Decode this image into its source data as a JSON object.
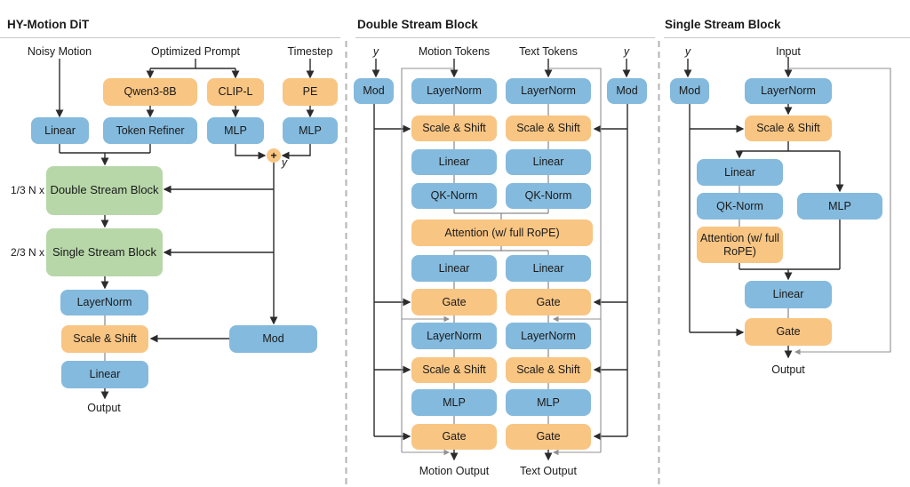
{
  "colors": {
    "blue": "#84BADD",
    "orange": "#F8C583",
    "green": "#B7D7A8",
    "line": "#2b2b2b",
    "stub": "#6e6e6e",
    "residual": "#909090",
    "divider": "#b3b3b3",
    "underline": "#c9c9c9"
  },
  "dit": {
    "title": "HY-Motion DiT",
    "noisy_motion": "Noisy Motion",
    "optimized_prompt": "Optimized Prompt",
    "timestep": "Timestep",
    "qwen": "Qwen3-8B",
    "clip": "CLIP-L",
    "pe": "PE",
    "linear_in": "Linear",
    "token_refiner": "Token Refiner",
    "mlp_clip": "MLP",
    "mlp_pe": "MLP",
    "plus": "+",
    "y": "y",
    "double_mult": "1/3 N x",
    "single_mult": "2/3 N x",
    "double_block": "Double Stream Block",
    "single_block": "Single Stream Block",
    "layernorm": "LayerNorm",
    "scale_shift": "Scale & Shift",
    "linear_out": "Linear",
    "mod": "Mod",
    "output": "Output"
  },
  "double": {
    "title": "Double Stream Block",
    "y_left": "y",
    "y_right": "y",
    "motion_tokens": "Motion Tokens",
    "text_tokens": "Text Tokens",
    "mod_left": "Mod",
    "mod_right": "Mod",
    "rows": {
      "layernorm1": "LayerNorm",
      "scale_shift1": "Scale & Shift",
      "linear1": "Linear",
      "qk_norm": "QK-Norm",
      "attention": "Attention (w/ full RoPE)",
      "linear2": "Linear",
      "gate1": "Gate",
      "layernorm2": "LayerNorm",
      "scale_shift2": "Scale & Shift",
      "mlp": "MLP",
      "gate2": "Gate"
    },
    "motion_output": "Motion Output",
    "text_output": "Text Output"
  },
  "single": {
    "title": "Single Stream Block",
    "y": "y",
    "input": "Input",
    "mod": "Mod",
    "layernorm": "LayerNorm",
    "scale_shift": "Scale & Shift",
    "linear1": "Linear",
    "qk_norm": "QK-Norm",
    "mlp": "MLP",
    "attention": "Attention (w/ full RoPE)",
    "linear2": "Linear",
    "gate": "Gate",
    "output": "Output"
  }
}
